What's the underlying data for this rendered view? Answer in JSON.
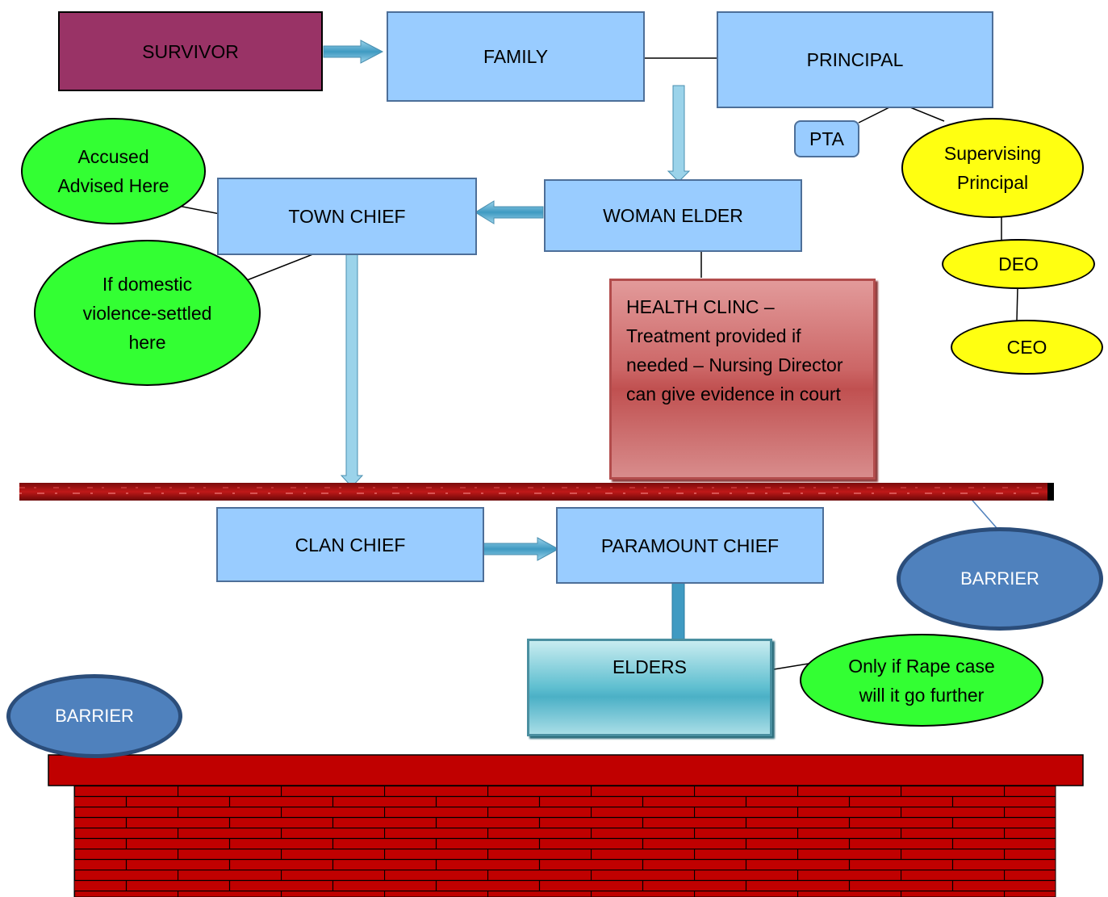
{
  "nodes": {
    "survivor": "SURVIVOR",
    "family": "FAMILY",
    "principal": "PRINCIPAL",
    "pta": "PTA",
    "supervising_principal": "Supervising Principal",
    "deo": "DEO",
    "ceo": "CEO",
    "accused_advised": "Accused Advised Here",
    "town_chief": "TOWN CHIEF",
    "woman_elder": "WOMAN ELDER",
    "domestic_violence": "If domestic violence-settled here",
    "health_clinic": "HEALTH CLINC – Treatment provided if needed – Nursing Director can give evidence in court",
    "clan_chief": "CLAN CHIEF",
    "paramount_chief": "PARAMOUNT CHIEF",
    "elders": "ELDERS",
    "rape_case_note": "Only if Rape case will it go further",
    "barrier_right": "BARRIER",
    "barrier_left": "BARRIER"
  },
  "colors": {
    "survivor": "#993366",
    "box_blue": "#99ccff",
    "note_green": "#33ff33",
    "note_yellow": "#ffff11",
    "barrier_blue": "#4f81bd",
    "brick_red": "#c00000",
    "arrow_teal": "#4aa3c8"
  }
}
